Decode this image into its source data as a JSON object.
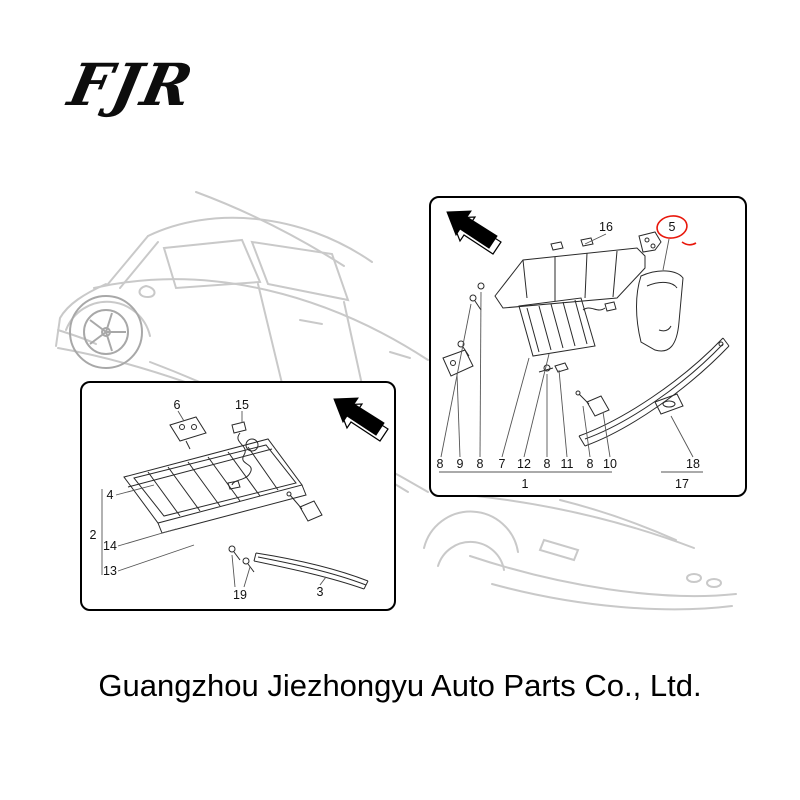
{
  "logo": {
    "text": "FJR"
  },
  "footer": {
    "company_name": "Guangzhou Jiezhongyu Auto Parts Co., Ltd."
  },
  "colors": {
    "highlight": "#e8170b",
    "car_line": "#c9c9c9",
    "ink": "#2a2a2a",
    "leader": "#555555"
  },
  "diagram_left": {
    "labels": {
      "l6": "6",
      "l15": "15",
      "l4": "4",
      "l2": "2",
      "l14": "14",
      "l13": "13",
      "l19": "19",
      "l3": "3"
    }
  },
  "diagram_right": {
    "highlighted_part": "5",
    "labels": {
      "l16": "16",
      "l5": "5",
      "r1": "8",
      "r2": "9",
      "r3": "8",
      "r4": "7",
      "r5": "12",
      "r6": "8",
      "r7": "11",
      "r8": "8",
      "r9": "10",
      "group1": "1",
      "l18": "18",
      "l17": "17"
    }
  }
}
